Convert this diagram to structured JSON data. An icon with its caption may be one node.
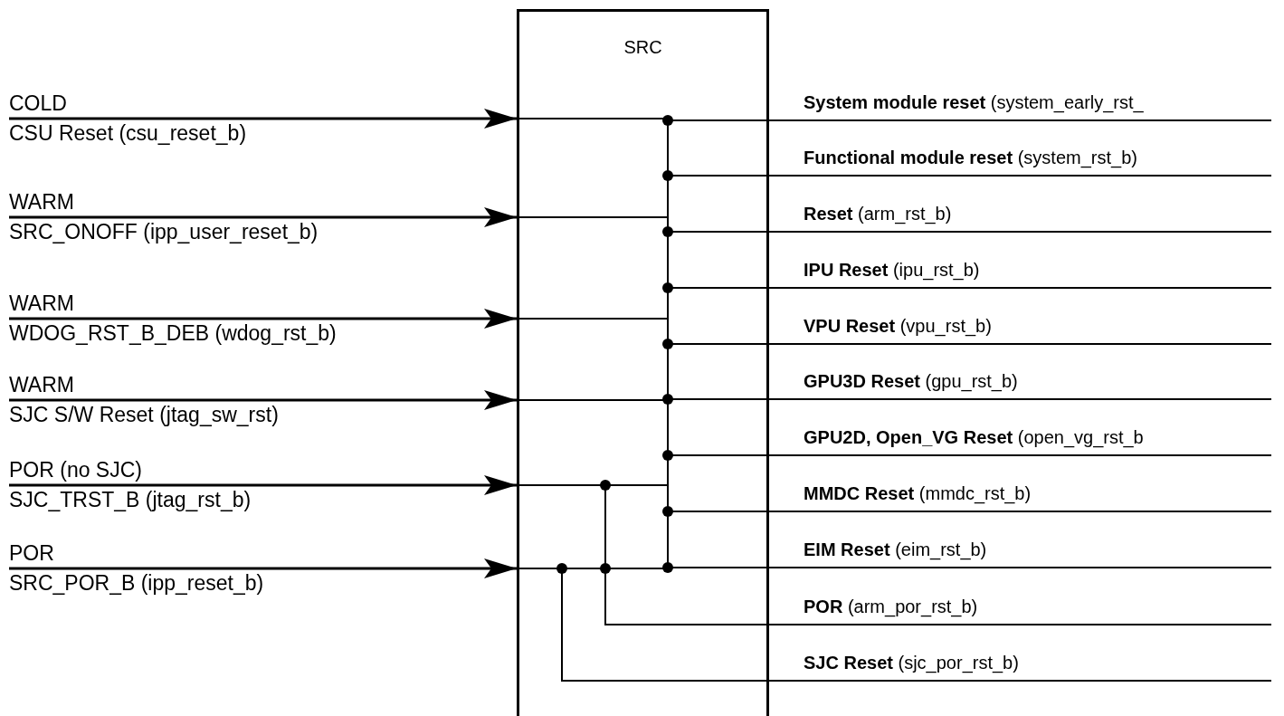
{
  "diagram": {
    "nodes": [
      {
        "text": [
          "SRC"
        ]
      },
      {
        "text": [
          "COLD",
          "CSU Reset (csu_reset_b)"
        ]
      },
      {
        "text": [
          "WARM",
          "SRC_ONOFF (ipp_user_reset_b)"
        ]
      },
      {
        "text": [
          "WARM",
          "WDOG_RST_B_DEB (wdog_rst_b)"
        ]
      },
      {
        "text": [
          "WARM",
          "SJC S/W Reset (jtag_sw_rst)"
        ]
      },
      {
        "text": [
          "POR (no SJC)",
          "SJC_TRST_B (jtag_rst_b)"
        ]
      },
      {
        "text": [
          "POR",
          "SRC_POR_B (ipp_reset_b)"
        ]
      }
    ],
    "edges": [
      {
        "from": 1,
        "to": 0,
        "arrow": "to"
      },
      {
        "from": 2,
        "to": 0,
        "arrow": "to"
      },
      {
        "from": 3,
        "to": 0,
        "arrow": "to"
      },
      {
        "from": 4,
        "to": 0,
        "arrow": "to"
      },
      {
        "from": 5,
        "to": 0,
        "arrow": "to"
      },
      {
        "from": 6,
        "to": 0,
        "arrow": "to"
      },
      {
        "from": 0,
        "to": null,
        "arrow": "none",
        "label": "**System module reset** (system_early_rst_"
      },
      {
        "from": 0,
        "to": null,
        "arrow": "none",
        "label": "**Functional module reset** (system_rst_b)"
      },
      {
        "from": 0,
        "to": null,
        "arrow": "none",
        "label": "**Reset** (arm_rst_b)"
      },
      {
        "from": 0,
        "to": null,
        "arrow": "none",
        "label": "**IPU Reset** (ipu_rst_b)"
      },
      {
        "from": 0,
        "to": null,
        "arrow": "none",
        "label": "**VPU Reset** (vpu_rst_b)"
      },
      {
        "from": 0,
        "to": null,
        "arrow": "none",
        "label": "**GPU3D Reset** (gpu_rst_b)"
      },
      {
        "from": 0,
        "to": null,
        "arrow": "none",
        "label": "**GPU2D, Open_VG Reset** (open_vg_rst_b"
      },
      {
        "from": 0,
        "to": null,
        "arrow": "none",
        "label": "**MMDC Reset** (mmdc_rst_b)"
      },
      {
        "from": 0,
        "to": null,
        "arrow": "none",
        "label": "**EIM Reset** (eim_rst_b)"
      },
      {
        "from": 0,
        "to": null,
        "arrow": "none",
        "label": "**POR** (arm_por_rst_b)"
      },
      {
        "from": 0,
        "to": null,
        "arrow": "none",
        "label": "**SJC Reset** (sjc_por_rst_b)"
      }
    ]
  }
}
